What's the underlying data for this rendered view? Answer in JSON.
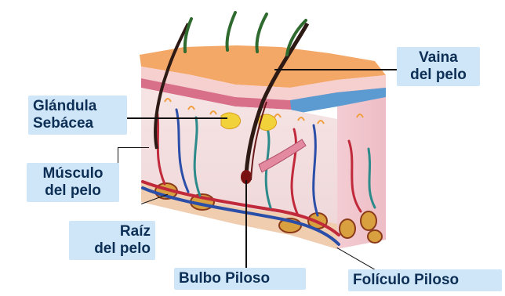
{
  "labels": {
    "vaina_line1": "Vaina",
    "vaina_line2": "del pelo",
    "glandula_line1": "Glándula",
    "glandula_line2": "Sebácea",
    "musculo_line1": "Músculo",
    "musculo_line2": "del pelo",
    "raiz_line1": "Raíz",
    "raiz_line2": "del pelo",
    "bulbo": "Bulbo Piloso",
    "foliculo": "Folículo Piloso"
  },
  "colors": {
    "label_bg": "#cfe6f8",
    "label_text": "#0d2f55",
    "epidermis_top": "#f3a76a",
    "dermis": "#f1dede",
    "side_face": "#f2c8cf",
    "hair": "#2e1a14",
    "vein": "#2b4fa8",
    "artery": "#c02a3a",
    "nerve": "#2c8a8a",
    "gland": "#f2d23a",
    "fat": "#d9a040"
  }
}
